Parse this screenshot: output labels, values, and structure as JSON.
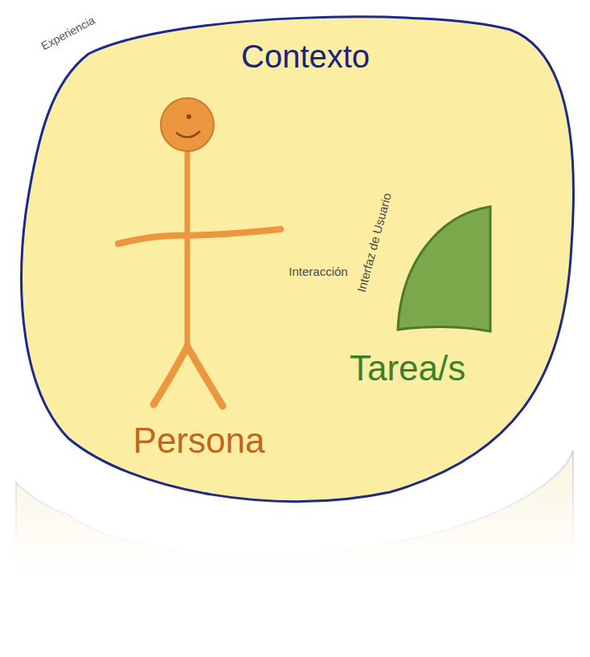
{
  "diagram": {
    "nodes": [
      {
        "text": [
          "Experiencia",
          "Contexto"
        ]
      },
      {
        "text": [
          "Persona"
        ],
        "in": 0
      },
      {
        "text": [
          "Interfaz de Usuario",
          "Tarea/s"
        ],
        "in": 0
      }
    ],
    "edges": [
      {
        "from": 1,
        "to": 2,
        "label": "Interacción",
        "arrow": "both"
      }
    ]
  }
}
